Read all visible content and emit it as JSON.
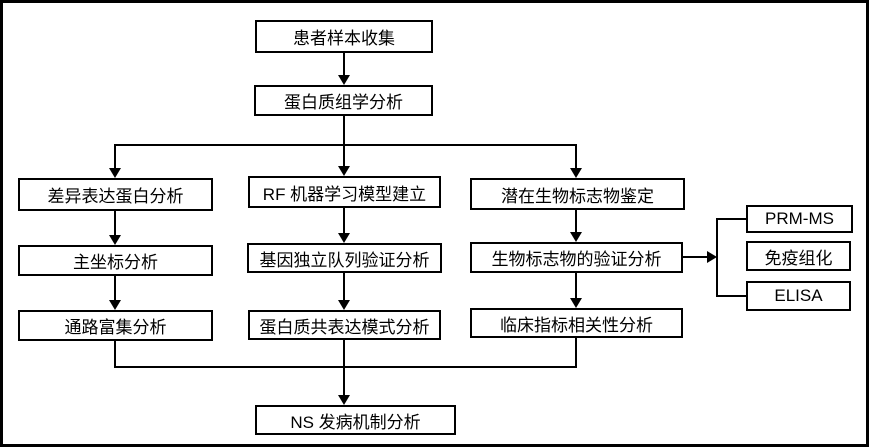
{
  "diagram": {
    "type": "flowchart",
    "colors": {
      "line": "#000000",
      "box_border": "#000000",
      "box_background": "#ffffff",
      "page_background": "#ffffff",
      "text": "#000000"
    },
    "nodes": {
      "patient_sample": {
        "label": "患者样本收集"
      },
      "proteomics": {
        "label": "蛋白质组学分析"
      },
      "dep_analysis": {
        "label": "差异表达蛋白分析"
      },
      "rf_model": {
        "label": "RF 机器学习模型建立"
      },
      "biomarker_id": {
        "label": "潜在生物标志物鉴定"
      },
      "pcoa": {
        "label": "主坐标分析"
      },
      "cohort_validation": {
        "label": "基因独立队列验证分析"
      },
      "biomarker_validation": {
        "label": "生物标志物的验证分析"
      },
      "pathway_enrichment": {
        "label": "通路富集分析"
      },
      "coexpression": {
        "label": "蛋白质共表达模式分析"
      },
      "clinical_correlation": {
        "label": "临床指标相关性分析"
      },
      "prm_ms": {
        "label": "PRM-MS"
      },
      "ihc": {
        "label": "免疫组化"
      },
      "elisa": {
        "label": "ELISA"
      },
      "ns_mechanism": {
        "label": "NS 发病机制分析"
      }
    },
    "edges": [
      {
        "from": "patient_sample",
        "to": "proteomics"
      },
      {
        "from": "proteomics",
        "to": "dep_analysis"
      },
      {
        "from": "proteomics",
        "to": "rf_model"
      },
      {
        "from": "proteomics",
        "to": "biomarker_id"
      },
      {
        "from": "dep_analysis",
        "to": "pcoa"
      },
      {
        "from": "pcoa",
        "to": "pathway_enrichment"
      },
      {
        "from": "rf_model",
        "to": "cohort_validation"
      },
      {
        "from": "cohort_validation",
        "to": "coexpression"
      },
      {
        "from": "biomarker_id",
        "to": "biomarker_validation"
      },
      {
        "from": "biomarker_validation",
        "to": "clinical_correlation"
      },
      {
        "from": "biomarker_validation",
        "to": "prm_ms"
      },
      {
        "from": "biomarker_validation",
        "to": "ihc"
      },
      {
        "from": "biomarker_validation",
        "to": "elisa"
      },
      {
        "from": "pathway_enrichment",
        "to": "ns_mechanism"
      },
      {
        "from": "coexpression",
        "to": "ns_mechanism"
      },
      {
        "from": "clinical_correlation",
        "to": "ns_mechanism"
      }
    ]
  }
}
